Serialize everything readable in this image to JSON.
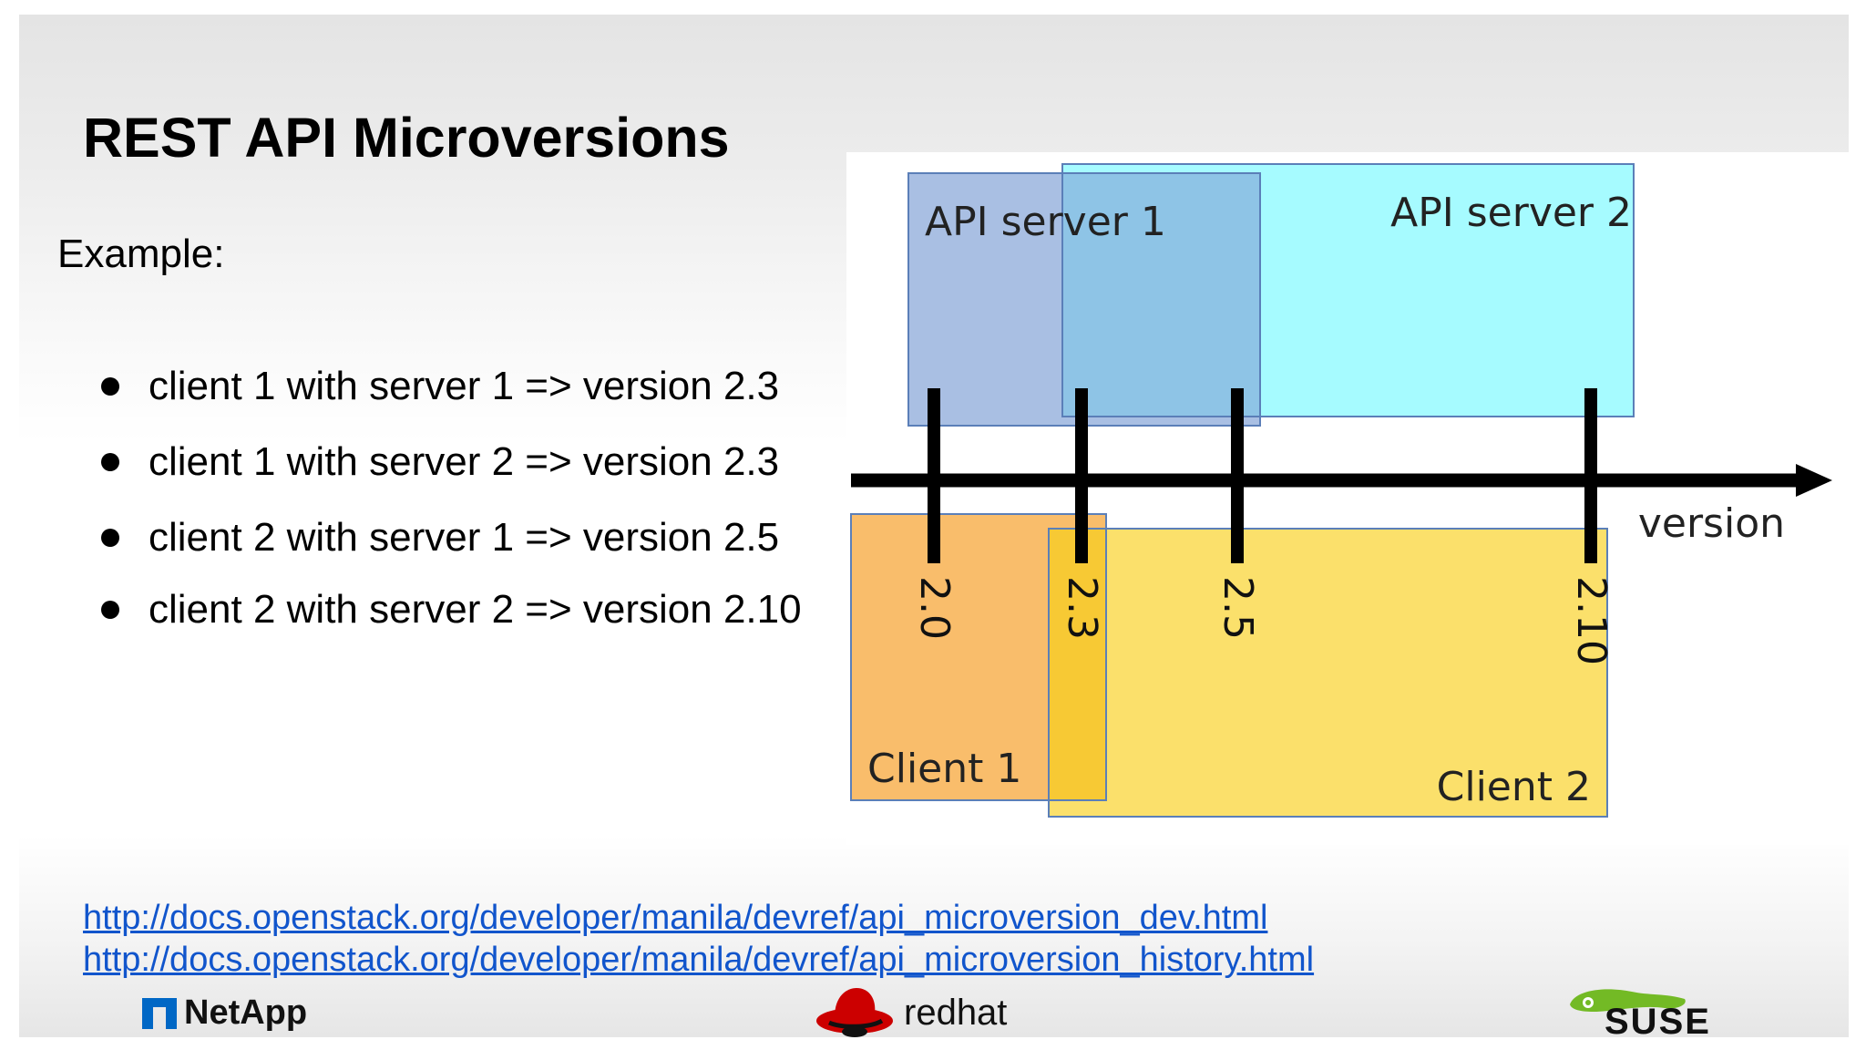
{
  "slide": {
    "title": "REST API Microversions",
    "example_label": "Example:",
    "bullets": [
      "client 1 with server 1 => version 2.3",
      "client 1 with server 2 => version 2.3",
      "client 2 with server 1 => version 2.5",
      "client 2 with server 2 => version 2.10"
    ]
  },
  "diagram": {
    "server1_label": "API server 1",
    "server2_label": "API server 2",
    "client1_label": "Client 1",
    "client2_label": "Client 2",
    "axis_label": "version",
    "ticks": [
      "2.0",
      "2.3",
      "2.5",
      "2.10"
    ],
    "colors": {
      "server1": "#a9bfe3",
      "server2": "#a6fbff",
      "client1": "#f9bd6b",
      "client2": "#fbe06b",
      "overlap_server": "#8ec4e6",
      "overlap_client": "#f7c934",
      "axis": "#000000"
    }
  },
  "links": [
    "http://docs.openstack.org/developer/manila/devref/api_microversion_dev.html",
    "http://docs.openstack.org/developer/manila/devref/api_microversion_history.html"
  ],
  "logos": {
    "netapp": "NetApp",
    "redhat": "redhat",
    "suse": "SUSE",
    "link_color": "#1155cc"
  }
}
